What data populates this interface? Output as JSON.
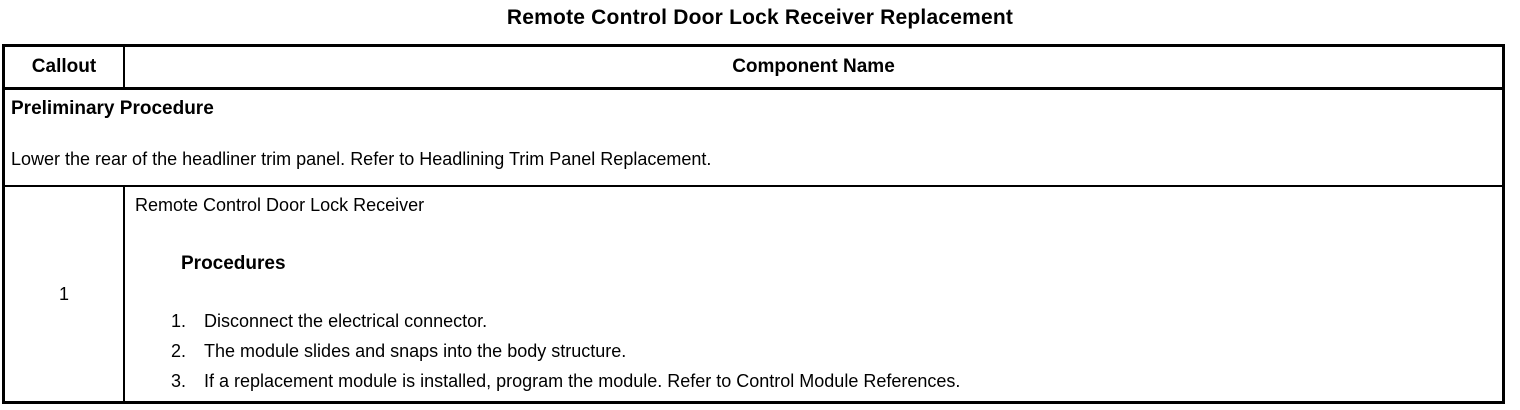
{
  "page": {
    "title": "Remote Control Door Lock Receiver Replacement"
  },
  "table": {
    "headers": {
      "callout": "Callout",
      "component": "Component Name"
    },
    "preliminary": {
      "heading": "Preliminary Procedure",
      "text": "Lower the rear of the headliner trim panel. Refer to Headlining Trim Panel Replacement."
    },
    "rows": [
      {
        "callout": "1",
        "component": "Remote Control Door Lock Receiver",
        "procedures_heading": "Procedures",
        "steps": [
          {
            "num": "1.",
            "text": "Disconnect the electrical connector."
          },
          {
            "num": "2.",
            "text": "The module slides and snaps into the body structure."
          },
          {
            "num": "3.",
            "text": "If a replacement module is installed, program the module. Refer to Control Module References."
          }
        ]
      }
    ]
  }
}
